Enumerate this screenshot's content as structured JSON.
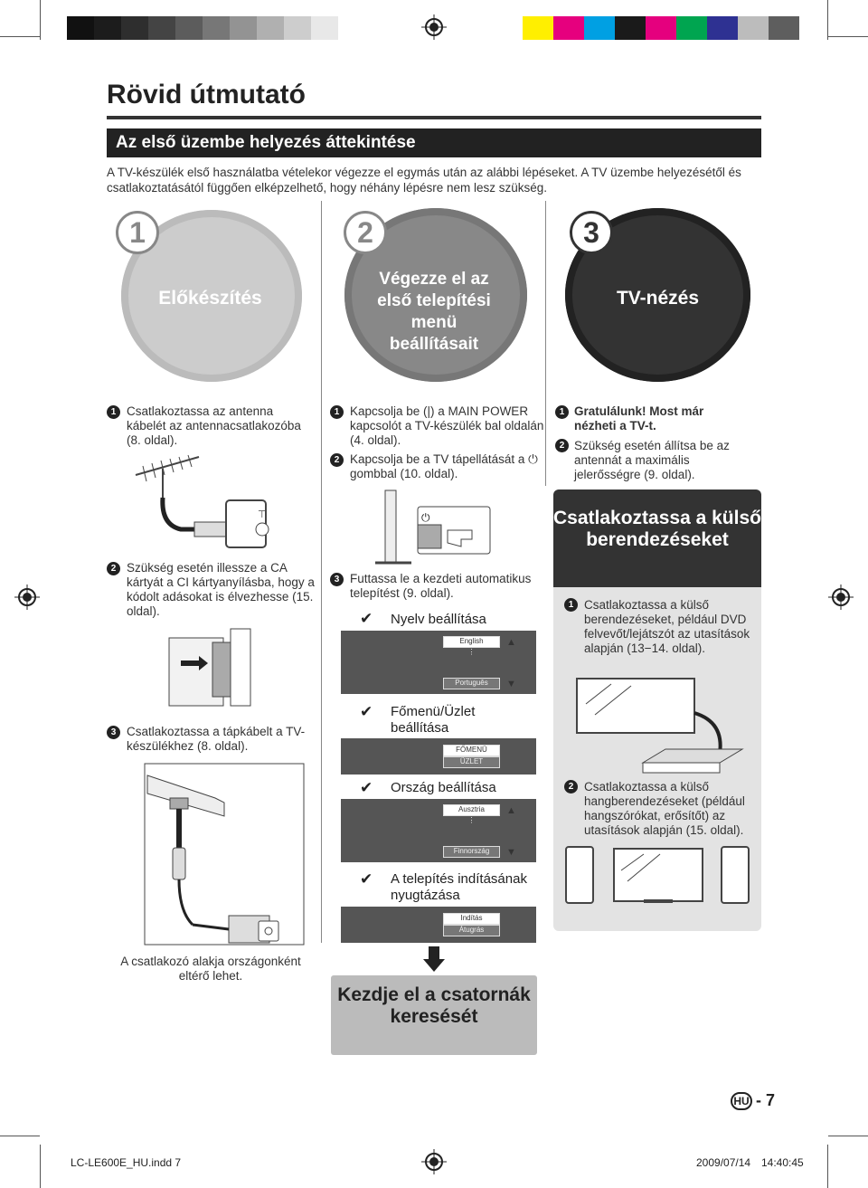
{
  "header": {
    "title": "Rövid útmutató",
    "banner": "Az első üzembe helyezés áttekintése",
    "intro": "A TV-készülék első használatba vételekor végezze el egymás után az alábbi lépéseket. A TV üzembe helyezésétől és csatlakoztatásától függően elképzelhető, hogy néhány lépésre nem lesz szükség."
  },
  "colors": {
    "grayscale": [
      "#111111",
      "#1c1c1c",
      "#2e2e2e",
      "#444444",
      "#5c5c5c",
      "#777777",
      "#939393",
      "#b0b0b0",
      "#cdcdcd",
      "#e8e8e8"
    ],
    "process": [
      "#ffef00",
      "#e6007e",
      "#00a0e3",
      "#1a1a1a",
      "#e5007e",
      "#00a550",
      "#2e3192",
      "#bcbcbc",
      "#5e5e5e"
    ],
    "circle1": "#cccccc",
    "circle2": "#888888",
    "circle3": "#333333"
  },
  "phases": [
    {
      "number": "1",
      "label": "Előkészítés"
    },
    {
      "number": "2",
      "label": "Végezze el az első telepítési menü beállításait"
    },
    {
      "number": "3",
      "label": "TV-nézés"
    }
  ],
  "col1": {
    "s1_num": "1",
    "s1_text": "Csatlakoztassa az antenna kábelét az antennacsatlakozóba (8. oldal).",
    "s2_num": "2",
    "s2_text": "Szükség esetén illessze a CA kártyát a CI kártyanyílásba, hogy a kódolt adásokat is élvezhesse (15. oldal).",
    "s3_num": "3",
    "s3_text": "Csatlakoztassa a tápkábelt a TV-készülékhez (8. oldal).",
    "plug_note": "A csatlakozó alakja országonként eltérő lehet."
  },
  "col2": {
    "s1_num": "1",
    "s1_text": "Kapcsolja be (|) a MAIN POWER kapcsolót a TV-készülék bal oldalán (4. oldal).",
    "s2_num": "2",
    "s2_text": "Kapcsolja be a TV tápellátását a ⏻ gombbal (10. oldal).",
    "s3_num": "3",
    "s3_text": "Futtassa le a kezdeti automatikus telepítést (9. oldal).",
    "checks": [
      {
        "label": "Nyelv beállítása",
        "items": [
          "English",
          "⋮",
          "Português"
        ]
      },
      {
        "label": "Főmenü/Üzlet beállítása",
        "items": [
          "FŐMENÜ",
          "ÜZLET"
        ]
      },
      {
        "label": "Ország beállítása",
        "items": [
          "Ausztria",
          "⋮",
          "Finnország"
        ]
      },
      {
        "label": "A telepítés indításának nyugtázása",
        "items": [
          "Indítás",
          "Átugrás"
        ]
      }
    ],
    "start_search": "Kezdje el a csatornák keresését"
  },
  "col3": {
    "s1_num": "1",
    "s1_text": "Gratulálunk! Most már nézheti a TV-t.",
    "s2_num": "2",
    "s2_text": "Szükség esetén állítsa be az antennát a maximális jelerősségre (9. oldal).",
    "ext_title": "Csatlakoztassa a külső berendezéseket",
    "e1_num": "1",
    "e1_text": "Csatlakoztassa a külső berendezéseket, például DVD felvevőt/lejátszót az utasítások alapján (13−14. oldal).",
    "e2_num": "2",
    "e2_text": "Csatlakoztassa a külső hangberendezéseket (például hangszórókat, erősítőt) az utasítások alapján (15. oldal)."
  },
  "page": {
    "lang_badge": "HU",
    "page_number": "- 7"
  },
  "footer": {
    "file": "LC-LE600E_HU.indd   7",
    "date": "2009/07/14",
    "time": "14:40:45"
  }
}
